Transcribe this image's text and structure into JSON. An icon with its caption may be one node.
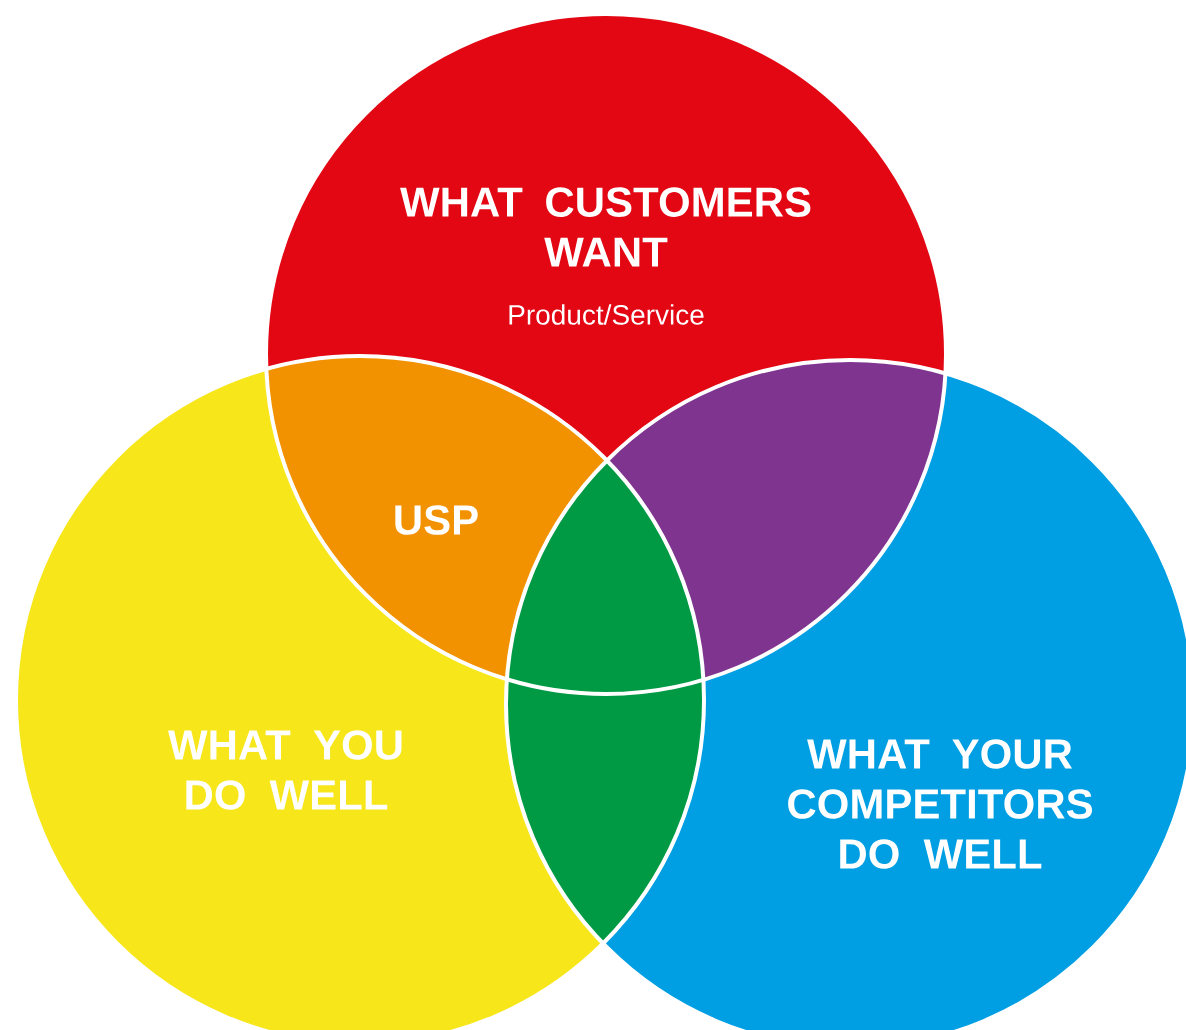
{
  "diagram": {
    "nodes": [
      {
        "text": [
          "WHAT CUSTOMERS WANT",
          "Product/Service"
        ]
      },
      {
        "text": [
          "WHAT YOU DO WELL"
        ]
      },
      {
        "text": [
          "WHAT YOUR COMPETITORS DO WELL"
        ]
      },
      {
        "text": [
          "USP"
        ]
      }
    ],
    "edges": []
  }
}
